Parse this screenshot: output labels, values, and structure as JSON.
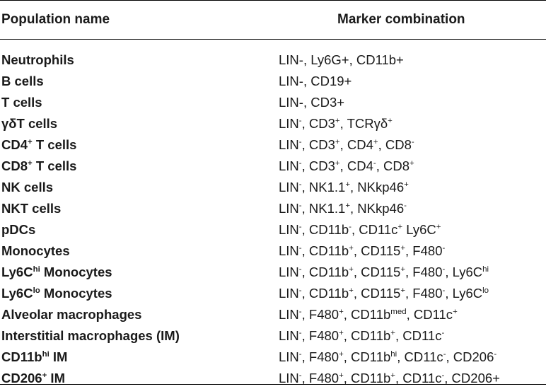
{
  "table": {
    "headers": {
      "population": "Population name",
      "markers": "Marker combination"
    },
    "rows": [
      {
        "name": [
          {
            "t": "Neutrophils"
          }
        ],
        "markers": [
          {
            "t": "LIN-, Ly6G+, CD11b+"
          }
        ]
      },
      {
        "name": [
          {
            "t": "B cells"
          }
        ],
        "markers": [
          {
            "t": "LIN-, CD19+"
          }
        ]
      },
      {
        "name": [
          {
            "t": "T cells"
          }
        ],
        "markers": [
          {
            "t": "LIN-, CD3+"
          }
        ]
      },
      {
        "name": [
          {
            "t": "γδT cells"
          }
        ],
        "markers": [
          {
            "t": "LIN"
          },
          {
            "t": "-",
            "sup": true
          },
          {
            "t": ", CD3"
          },
          {
            "t": "+",
            "sup": true
          },
          {
            "t": ", TCRγδ"
          },
          {
            "t": "+",
            "sup": true
          }
        ]
      },
      {
        "name": [
          {
            "t": "CD4"
          },
          {
            "t": "+",
            "sup": true
          },
          {
            "t": " T cells"
          }
        ],
        "markers": [
          {
            "t": "LIN"
          },
          {
            "t": "-",
            "sup": true
          },
          {
            "t": ", CD3"
          },
          {
            "t": "+",
            "sup": true
          },
          {
            "t": ", CD4"
          },
          {
            "t": "+",
            "sup": true
          },
          {
            "t": ", CD8"
          },
          {
            "t": "-",
            "sup": true
          }
        ]
      },
      {
        "name": [
          {
            "t": "CD8"
          },
          {
            "t": "+",
            "sup": true
          },
          {
            "t": " T cells"
          }
        ],
        "markers": [
          {
            "t": "LIN"
          },
          {
            "t": "-",
            "sup": true
          },
          {
            "t": ", CD3"
          },
          {
            "t": "+",
            "sup": true
          },
          {
            "t": ", CD4"
          },
          {
            "t": "-",
            "sup": true
          },
          {
            "t": ", CD8"
          },
          {
            "t": "+",
            "sup": true
          }
        ]
      },
      {
        "name": [
          {
            "t": "NK cells"
          }
        ],
        "markers": [
          {
            "t": "LIN"
          },
          {
            "t": "-",
            "sup": true
          },
          {
            "t": ", NK1.1"
          },
          {
            "t": "+",
            "sup": true
          },
          {
            "t": ", NKkp46"
          },
          {
            "t": "+",
            "sup": true
          }
        ]
      },
      {
        "name": [
          {
            "t": "NKT cells"
          }
        ],
        "markers": [
          {
            "t": "LIN"
          },
          {
            "t": "-",
            "sup": true
          },
          {
            "t": ", NK1.1"
          },
          {
            "t": "+",
            "sup": true
          },
          {
            "t": ", NKkp46"
          },
          {
            "t": "-",
            "sup": true
          }
        ]
      },
      {
        "name": [
          {
            "t": "pDCs"
          }
        ],
        "markers": [
          {
            "t": "LIN"
          },
          {
            "t": "-",
            "sup": true
          },
          {
            "t": ", CD11b"
          },
          {
            "t": "-",
            "sup": true
          },
          {
            "t": ", CD11c"
          },
          {
            "t": "+",
            "sup": true
          },
          {
            "t": " Ly6C"
          },
          {
            "t": "+",
            "sup": true
          }
        ]
      },
      {
        "name": [
          {
            "t": "Monocytes"
          }
        ],
        "markers": [
          {
            "t": "LIN"
          },
          {
            "t": "-",
            "sup": true
          },
          {
            "t": ", CD11b"
          },
          {
            "t": "+",
            "sup": true
          },
          {
            "t": ", CD115"
          },
          {
            "t": "+",
            "sup": true
          },
          {
            "t": ", F480"
          },
          {
            "t": "-",
            "sup": true
          }
        ]
      },
      {
        "name": [
          {
            "t": "Ly6C"
          },
          {
            "t": "hi",
            "sup": true
          },
          {
            "t": " Monocytes"
          }
        ],
        "markers": [
          {
            "t": "LIN"
          },
          {
            "t": "-",
            "sup": true
          },
          {
            "t": ", CD11b"
          },
          {
            "t": "+",
            "sup": true
          },
          {
            "t": ", CD115"
          },
          {
            "t": "+",
            "sup": true
          },
          {
            "t": ", F480"
          },
          {
            "t": "-",
            "sup": true
          },
          {
            "t": ", Ly6C"
          },
          {
            "t": "hi",
            "sup": true
          }
        ]
      },
      {
        "name": [
          {
            "t": "Ly6C"
          },
          {
            "t": "lo",
            "sup": true
          },
          {
            "t": " Monocytes"
          }
        ],
        "markers": [
          {
            "t": "LIN"
          },
          {
            "t": "-",
            "sup": true
          },
          {
            "t": ", CD11b"
          },
          {
            "t": "+",
            "sup": true
          },
          {
            "t": ", CD115"
          },
          {
            "t": "+",
            "sup": true
          },
          {
            "t": ", F480"
          },
          {
            "t": "-",
            "sup": true
          },
          {
            "t": ", Ly6C"
          },
          {
            "t": "lo",
            "sup": true
          }
        ]
      },
      {
        "name": [
          {
            "t": "Alveolar macrophages"
          }
        ],
        "markers": [
          {
            "t": "LIN"
          },
          {
            "t": "-",
            "sup": true
          },
          {
            "t": ", F480"
          },
          {
            "t": "+",
            "sup": true
          },
          {
            "t": ", CD11b"
          },
          {
            "t": "med",
            "sup": true
          },
          {
            "t": ", CD11c"
          },
          {
            "t": "+",
            "sup": true
          }
        ]
      },
      {
        "name": [
          {
            "t": "Interstitial macrophages (IM)"
          }
        ],
        "markers": [
          {
            "t": "LIN"
          },
          {
            "t": "-",
            "sup": true
          },
          {
            "t": ", F480"
          },
          {
            "t": "+",
            "sup": true
          },
          {
            "t": ", CD11b"
          },
          {
            "t": "+",
            "sup": true
          },
          {
            "t": ", CD11c"
          },
          {
            "t": "-",
            "sup": true
          }
        ]
      },
      {
        "name": [
          {
            "t": "CD11b"
          },
          {
            "t": "hi",
            "sup": true
          },
          {
            "t": " IM"
          }
        ],
        "markers": [
          {
            "t": "LIN"
          },
          {
            "t": "-",
            "sup": true
          },
          {
            "t": ", F480"
          },
          {
            "t": "+",
            "sup": true
          },
          {
            "t": ", CD11b"
          },
          {
            "t": "hi",
            "sup": true
          },
          {
            "t": ", CD11c"
          },
          {
            "t": "-",
            "sup": true
          },
          {
            "t": ", CD206"
          },
          {
            "t": "-",
            "sup": true
          }
        ]
      },
      {
        "name": [
          {
            "t": "CD206"
          },
          {
            "t": "+",
            "sup": true
          },
          {
            "t": " IM"
          }
        ],
        "markers": [
          {
            "t": "LIN"
          },
          {
            "t": "-",
            "sup": true
          },
          {
            "t": ", F480"
          },
          {
            "t": "+",
            "sup": true
          },
          {
            "t": ", CD11b"
          },
          {
            "t": "+",
            "sup": true
          },
          {
            "t": ", CD11c"
          },
          {
            "t": "-",
            "sup": true
          },
          {
            "t": ", CD206+"
          }
        ]
      }
    ]
  }
}
